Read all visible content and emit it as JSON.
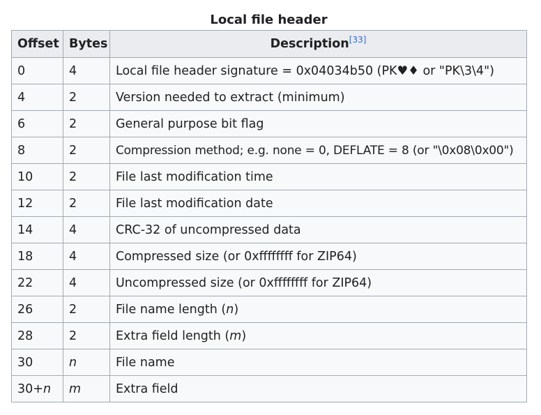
{
  "table": {
    "caption": "Local file header",
    "headers": {
      "offset": "Offset",
      "bytes": "Bytes",
      "description": "Description",
      "ref": "[33]"
    },
    "rows": [
      {
        "offset": "0",
        "bytes": "4",
        "description": "Local file header signature = 0x04034b50 (PK♥♦ or \"PK\\3\\4\")"
      },
      {
        "offset": "4",
        "bytes": "2",
        "description": "Version needed to extract (minimum)"
      },
      {
        "offset": "6",
        "bytes": "2",
        "description": "General purpose bit flag"
      },
      {
        "offset": "8",
        "bytes": "2",
        "description": "Compression method; e.g. none = 0, DEFLATE = 8 (or \"\\0x08\\0x00\")"
      },
      {
        "offset": "10",
        "bytes": "2",
        "description": "File last modification time"
      },
      {
        "offset": "12",
        "bytes": "2",
        "description": "File last modification date"
      },
      {
        "offset": "14",
        "bytes": "4",
        "description": "CRC-32 of uncompressed data"
      },
      {
        "offset": "18",
        "bytes": "4",
        "description": "Compressed size (or 0xffffffff for ZIP64)"
      },
      {
        "offset": "22",
        "bytes": "4",
        "description": "Uncompressed size (or 0xffffffff for ZIP64)"
      },
      {
        "offset": "26",
        "bytes": "2",
        "description_prefix": "File name length (",
        "description_var": "n",
        "description_suffix": ")"
      },
      {
        "offset": "28",
        "bytes": "2",
        "description_prefix": "Extra field length (",
        "description_var": "m",
        "description_suffix": ")"
      },
      {
        "offset": "30",
        "bytes_var": "n",
        "description": "File name"
      },
      {
        "offset_prefix": "30+",
        "offset_var": "n",
        "bytes_var": "m",
        "description": "Extra field"
      }
    ]
  }
}
